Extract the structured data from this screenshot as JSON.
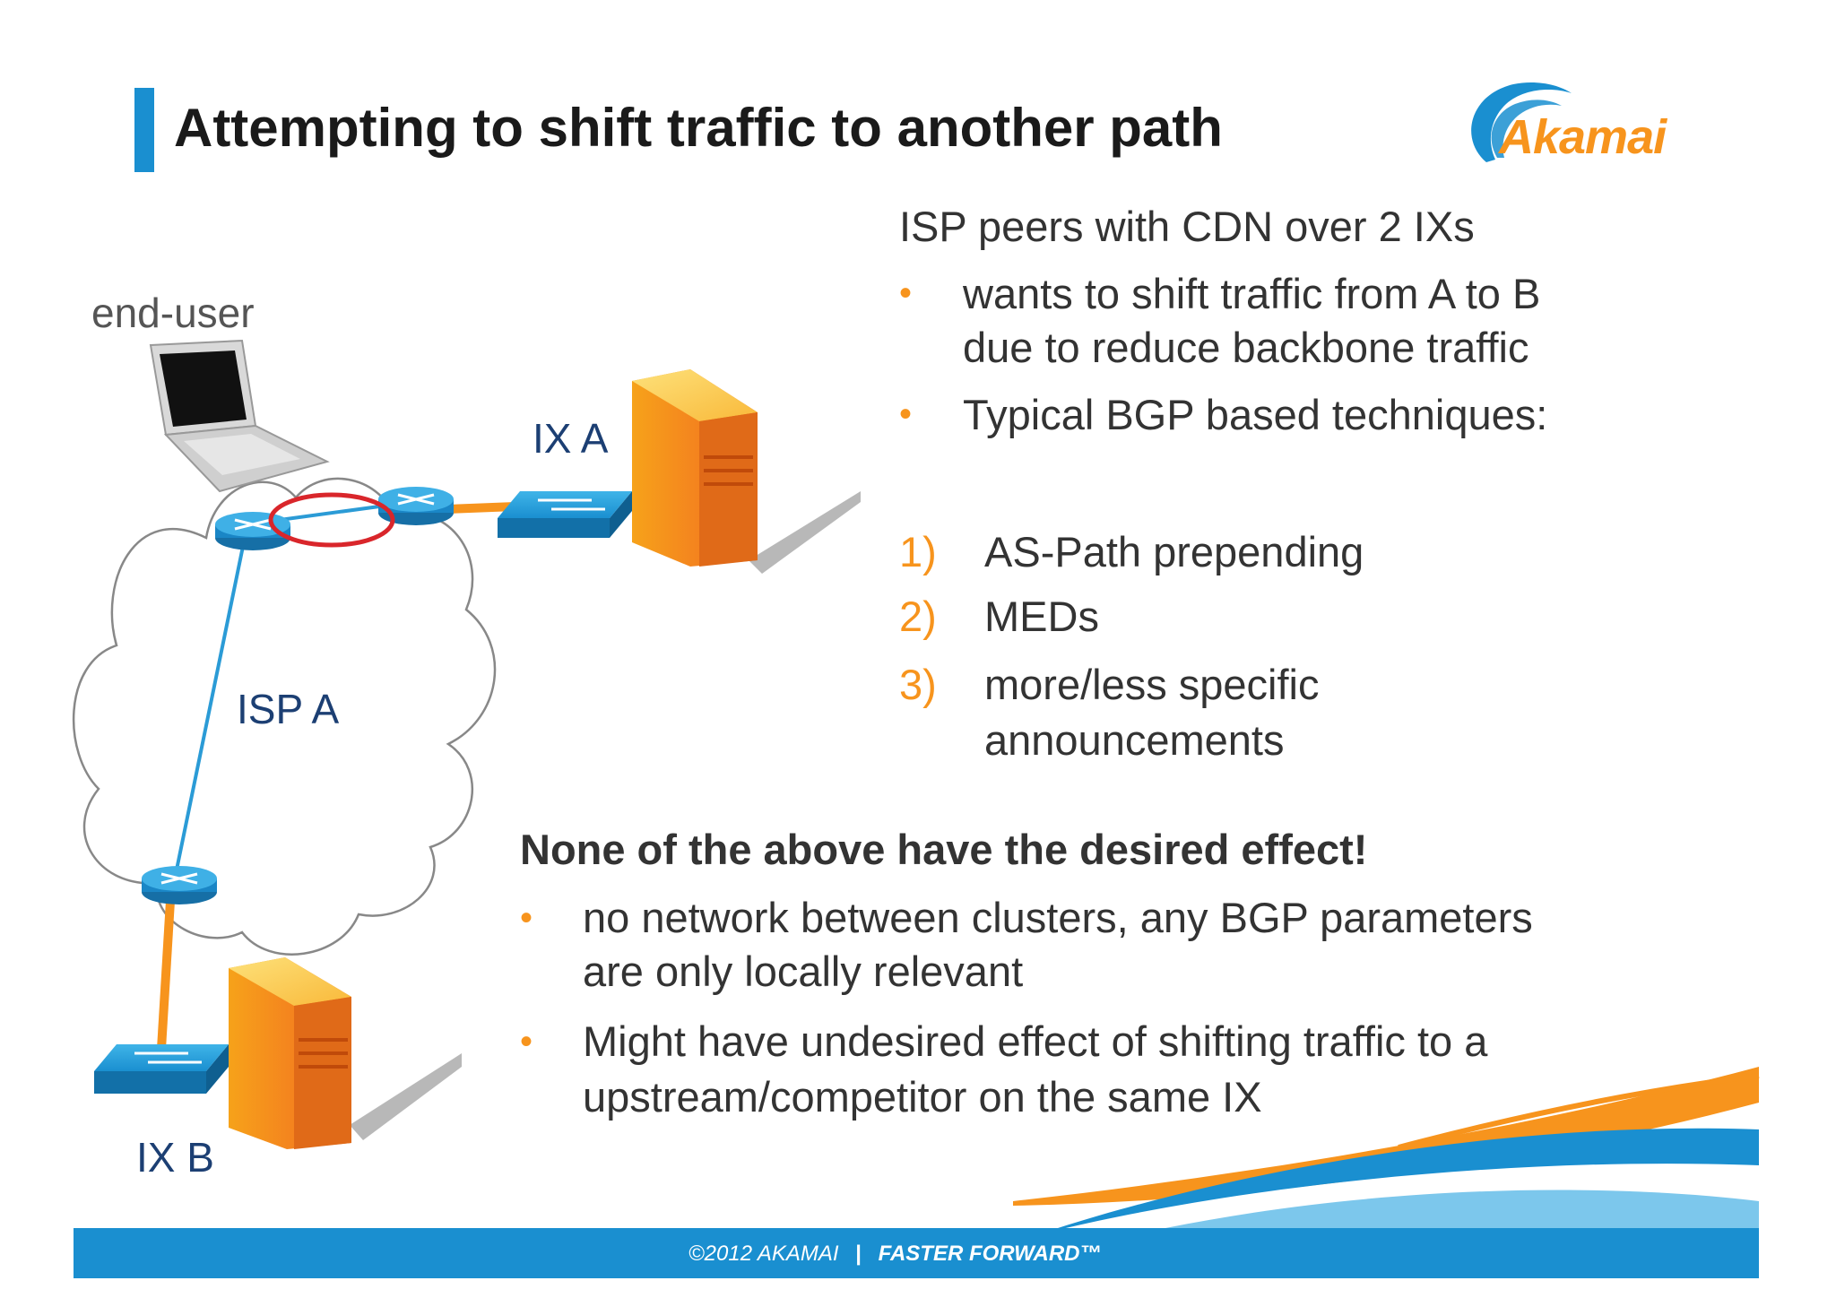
{
  "title": "Attempting to shift traffic to another path",
  "logo": {
    "text": "Akamai"
  },
  "diagram": {
    "end_user_label": "end-user",
    "ix_a_label": "IX A",
    "isp_a_label": "ISP A",
    "ix_b_label": "IX B"
  },
  "right": {
    "heading": "ISP peers with CDN over 2 IXs",
    "bullets": [
      {
        "line1": "wants to shift traffic from A to B",
        "line2": "due to reduce backbone traffic"
      },
      {
        "line1": "Typical BGP based techniques:"
      }
    ],
    "techniques": [
      {
        "num": "1)",
        "line1": "AS-Path prepending"
      },
      {
        "num": "2)",
        "line1": "MEDs"
      },
      {
        "num": "3)",
        "line1": "more/less specific",
        "line2": "announcements"
      }
    ]
  },
  "bottom": {
    "heading": "None of the above have the desired effect!",
    "bullets": [
      {
        "line1": "no network between clusters, any BGP parameters",
        "line2": "are only locally relevant"
      },
      {
        "line1": "Might have undesired effect of shifting traffic to a",
        "line2": "upstream/competitor on the same IX"
      }
    ]
  },
  "footer": {
    "copyright": "©2012 AKAMAI",
    "separator": "|",
    "tagline": "FASTER FORWARD™"
  },
  "colors": {
    "accent_blue": "#1a8fd0",
    "accent_orange": "#f7941d",
    "highlight_red": "#d9262b",
    "navy": "#1c3f73"
  }
}
